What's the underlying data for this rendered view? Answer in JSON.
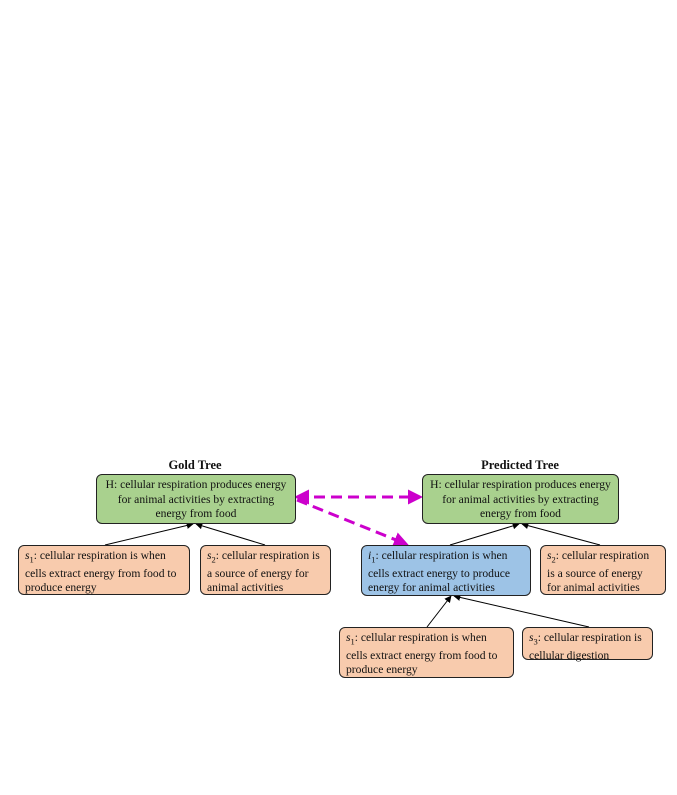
{
  "gold_tree": {
    "title": "Gold Tree",
    "hypothesis": "H: cellular respiration produces energy for animal activities by extracting energy from food",
    "s1": {
      "label_var": "s",
      "label_sub": "1",
      "text": ": cellular respiration is when cells extract energy from food to produce energy"
    },
    "s2": {
      "label_var": "s",
      "label_sub": "2",
      "text": ": cellular respiration is a source of energy for animal activities"
    }
  },
  "predicted_tree": {
    "title": "Predicted Tree",
    "hypothesis": "H: cellular respiration produces energy for animal activities by extracting energy from food",
    "i1": {
      "label_var": "i",
      "label_sub": "1",
      "text": ": cellular respiration is when cells extract energy to produce energy for animal activities"
    },
    "s2": {
      "label_var": "s",
      "label_sub": "2",
      "text": ": cellular respiration is a source of energy for animal activities"
    },
    "s1": {
      "label_var": "s",
      "label_sub": "1",
      "text": ": cellular respiration is when cells extract energy from food to produce energy"
    },
    "s3": {
      "label_var": "s",
      "label_sub": "3",
      "text": ": cellular respiration is cellular digestion"
    }
  },
  "colors": {
    "hypothesis_fill": "#a9d18e",
    "sentence_fill": "#f8cbad",
    "intermediate_fill": "#9dc3e6",
    "alignment_arrow": "#cc00cc"
  }
}
